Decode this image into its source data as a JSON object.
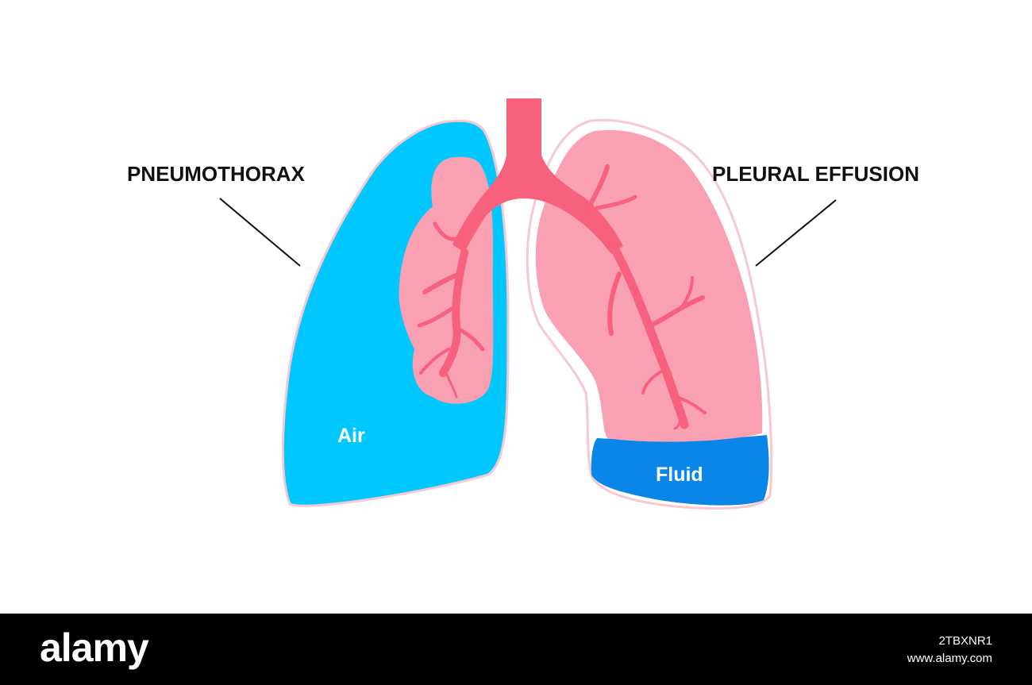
{
  "labels": {
    "left_condition": "PNEUMOTHORAX",
    "right_condition": "PLEURAL EFFUSION",
    "left_region": "Air",
    "right_region": "Fluid"
  },
  "footer": {
    "brand": "alamy",
    "image_id": "2TBXNR1",
    "url": "www.alamy.com"
  },
  "colors": {
    "air": "#00C8FF",
    "lung_tissue": "#F9A0B2",
    "airway": "#F7617D",
    "fluid": "#0A86E8",
    "pleura_outline": "#F8C8D2",
    "footer_bg": "#000000"
  }
}
